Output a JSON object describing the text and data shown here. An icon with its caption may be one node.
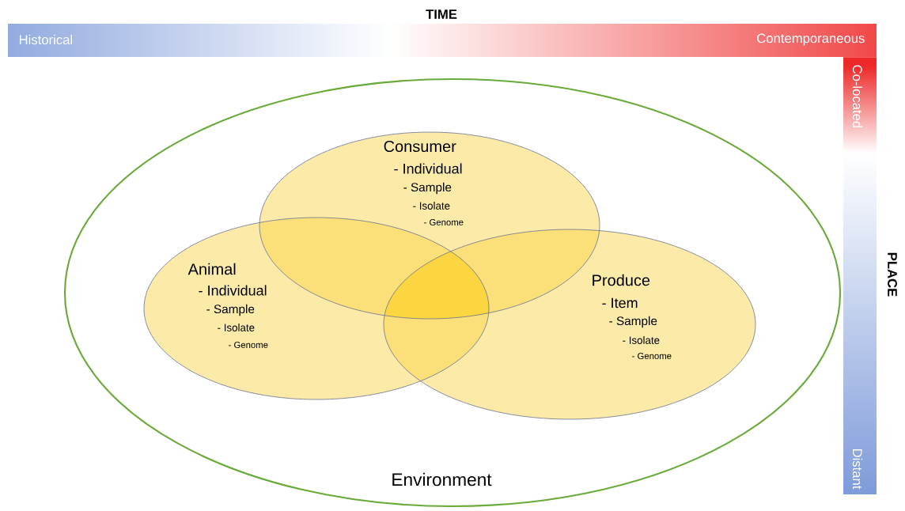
{
  "diagram": {
    "nodes": [
      {
        "text": [
          "Environment"
        ]
      },
      {
        "text": [
          "Consumer",
          "- Individual",
          "- Sample",
          "- Isolate",
          "- Genome"
        ],
        "in": 0
      },
      {
        "text": [
          "Animal",
          "- Individual",
          "- Sample",
          "- Isolate",
          "- Genome"
        ],
        "in": 0
      },
      {
        "text": [
          "Produce",
          "- Item",
          "- Sample",
          "- Isolate",
          "- Genome"
        ],
        "in": 0
      },
      {
        "text": [
          "TIME",
          "Historical",
          "Contemporaneous"
        ]
      },
      {
        "text": [
          "PLACE",
          "Co-located",
          "Distant"
        ]
      }
    ]
  }
}
